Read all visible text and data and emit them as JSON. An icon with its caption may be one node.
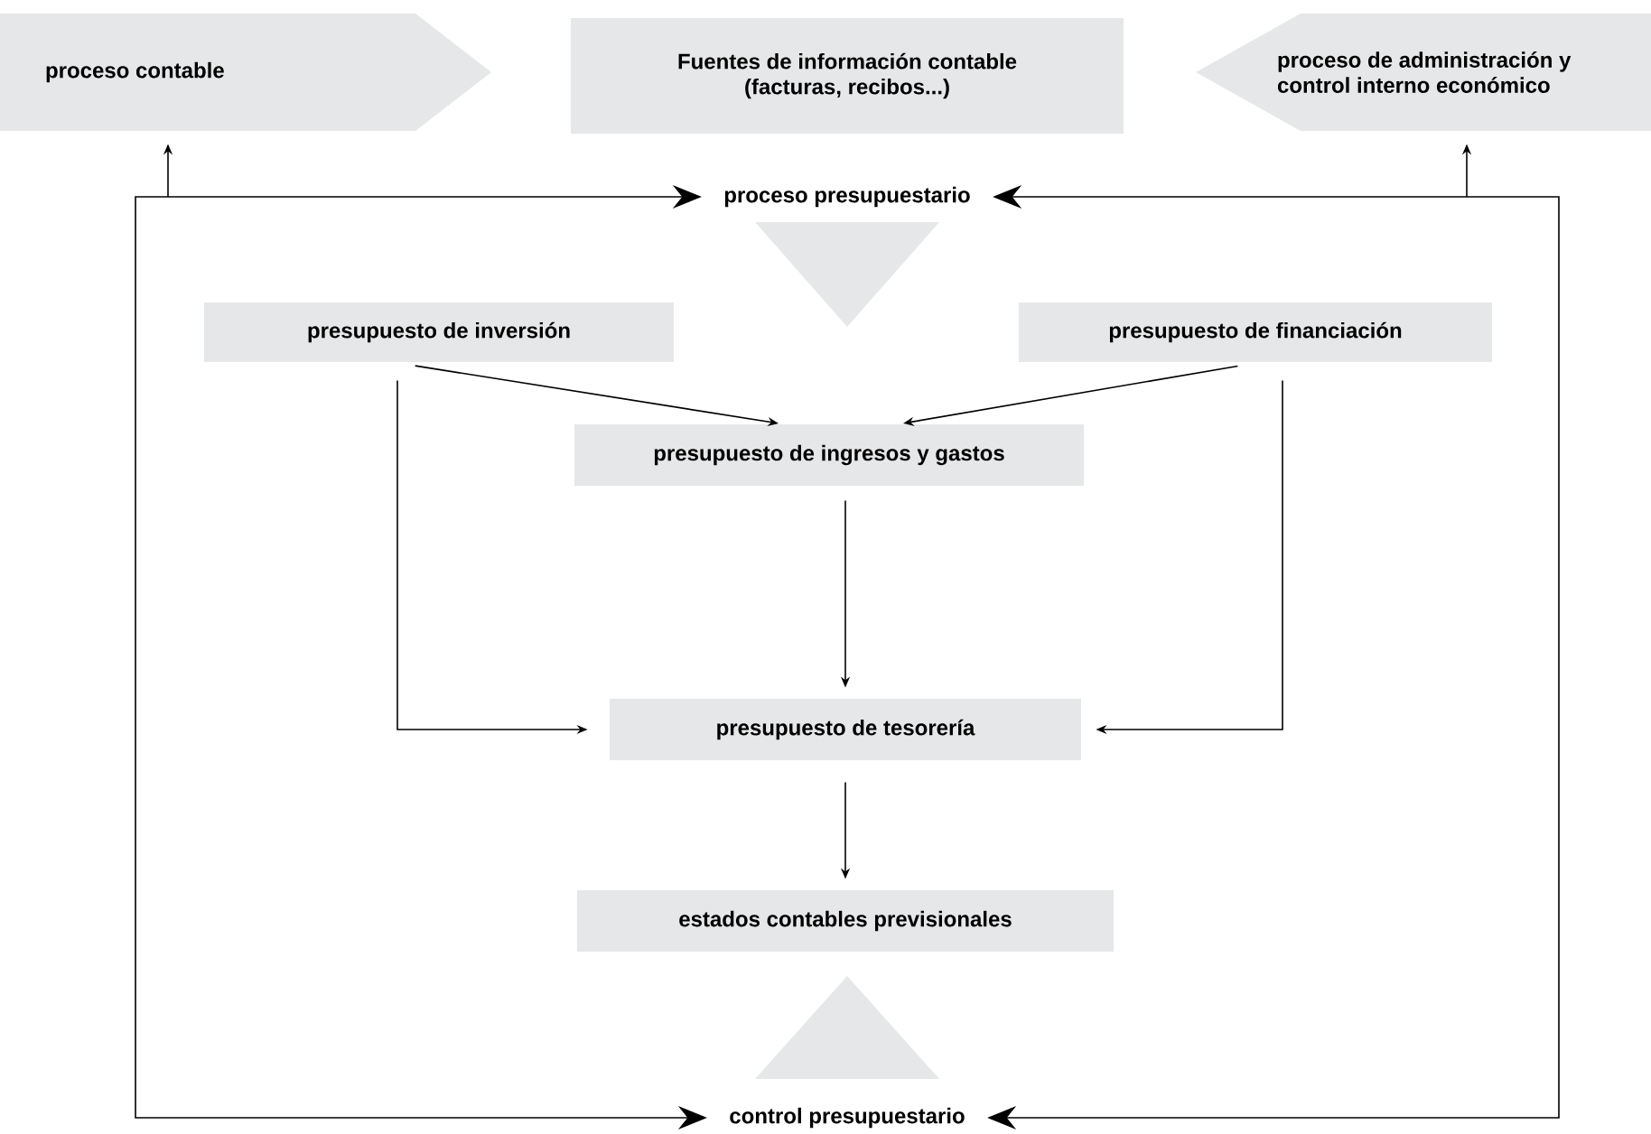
{
  "diagram": {
    "nodes": [
      {
        "text": [
          "proceso contable"
        ]
      },
      {
        "text": [
          "Fuentes de información contable (facturas, recibos...)"
        ]
      },
      {
        "text": [
          "proceso de administración y control interno económico"
        ]
      },
      {
        "text": [
          "proceso presupuestario"
        ]
      },
      {
        "text": [],
        "shape": "triangle"
      },
      {
        "text": [
          "presupuesto de inversión"
        ]
      },
      {
        "text": [
          "presupuesto de financiación"
        ]
      },
      {
        "text": [
          "presupuesto de ingresos y gastos"
        ]
      },
      {
        "text": [
          "presupuesto de tesorería"
        ]
      },
      {
        "text": [
          "estados contables previsionales"
        ]
      },
      {
        "text": [],
        "shape": "triangle"
      },
      {
        "text": [
          "control presupuestario"
        ]
      }
    ],
    "edges": [
      {
        "from": 3,
        "to": 11,
        "arrow": "both"
      },
      {
        "from": 3,
        "to": 11,
        "arrow": "both"
      },
      {
        "from": null,
        "to": 0,
        "arrow": "to"
      },
      {
        "from": null,
        "to": 2,
        "arrow": "to"
      },
      {
        "from": 5,
        "to": 7,
        "arrow": "to"
      },
      {
        "from": 6,
        "to": 7,
        "arrow": "to"
      },
      {
        "from": 7,
        "to": 8,
        "arrow": "to"
      },
      {
        "from": 5,
        "to": 8,
        "arrow": "to"
      },
      {
        "from": 6,
        "to": 8,
        "arrow": "to"
      },
      {
        "from": 8,
        "to": 9,
        "arrow": "to"
      }
    ]
  }
}
